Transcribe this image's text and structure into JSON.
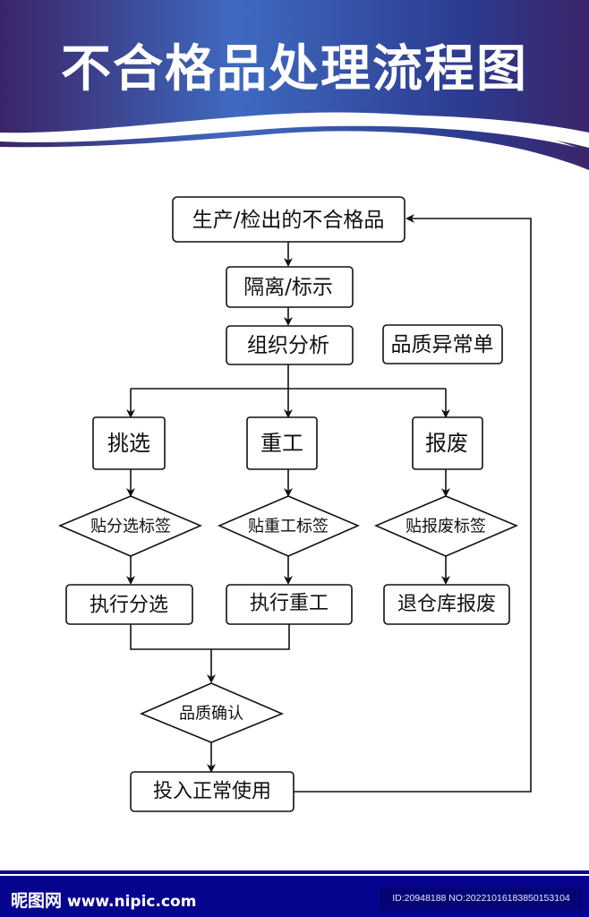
{
  "header": {
    "title": "不合格品处理流程图",
    "colors": {
      "dark": "#3b2468",
      "mid": "#3f6ac0",
      "accent": "#2a2f86"
    }
  },
  "flow": {
    "start": "生产/检出的不合格品",
    "isolate": "隔离/标示",
    "analyze": "组织分析",
    "note": "品质异常单",
    "branches": [
      {
        "action": "挑选",
        "label": "贴分选标签",
        "execute": "执行分选"
      },
      {
        "action": "重工",
        "label": "贴重工标签",
        "execute": "执行重工"
      },
      {
        "action": "报废",
        "label": "贴报废标签",
        "execute": "退仓库报废"
      }
    ],
    "confirm": "品质确认",
    "end": "投入正常使用"
  },
  "footer": {
    "logo": "昵图网",
    "site": "www.nipic.com",
    "id_text": "ID:20948188 NO:20221016183850153104"
  }
}
